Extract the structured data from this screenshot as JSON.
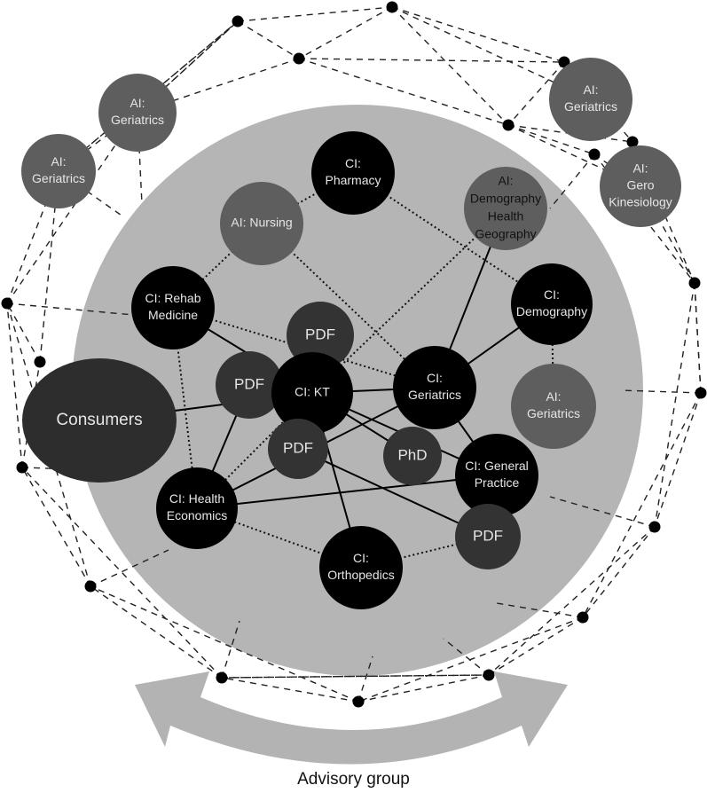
{
  "colors": {
    "core_circle": "#b5b5b5",
    "ci_node": "#000000",
    "ai_node": "#5e5e5e",
    "pdf_node": "#333333",
    "consumers": "#2d2d2d",
    "arrow": "#b3b3b3",
    "text_light": "#e6e6e6",
    "text_dark": "#111111"
  },
  "nodes": {
    "ai_geriatrics_1": [
      "AI:",
      "Geriatrics"
    ],
    "ai_geriatrics_2": [
      "AI:",
      "Geriatrics"
    ],
    "ai_geriatrics_3": [
      "AI:",
      "Geriatrics"
    ],
    "ai_gero": [
      "AI:",
      "Gero",
      "Kinesiology"
    ],
    "ci_pharmacy": [
      "CI:",
      "Pharmacy"
    ],
    "ai_nursing": [
      "AI: Nursing"
    ],
    "ai_demography": [
      "AI:",
      "Demography",
      "Health",
      "Geography"
    ],
    "ci_rehab": [
      "CI: Rehab",
      "Medicine"
    ],
    "ci_demography": [
      "CI:",
      "Demography"
    ],
    "pdf_1": [
      "PDF"
    ],
    "pdf_2": [
      "PDF"
    ],
    "ci_kt": [
      "CI: KT"
    ],
    "ci_geriatrics": [
      "CI:",
      "Geriatrics"
    ],
    "ai_geriatrics_4": [
      "AI:",
      "Geriatrics"
    ],
    "consumers": [
      "Consumers"
    ],
    "pdf_3": [
      "PDF"
    ],
    "phd": [
      "PhD"
    ],
    "ci_general": [
      "CI: General",
      "Practice"
    ],
    "ci_health_econ": [
      "CI: Health",
      "Economics"
    ],
    "pdf_4": [
      "PDF"
    ],
    "ci_orthopedics": [
      "CI:",
      "Orthopedics"
    ]
  },
  "footer": {
    "label": "Advisory group"
  }
}
